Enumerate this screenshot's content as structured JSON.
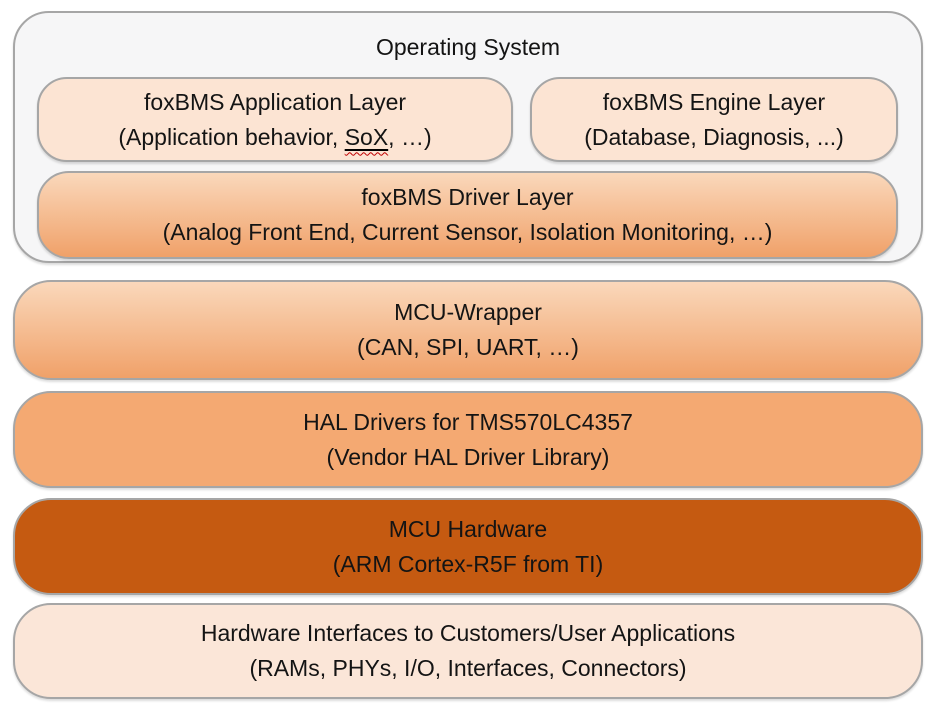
{
  "colors": {
    "container_fill": "#f6f6f7",
    "border_gray": "#a6a6a6",
    "light_peach": "#fce4d3",
    "gradient_top": "#fad8bb",
    "gradient_bottom": "#f0a169",
    "solid_orange": "#f4a972",
    "dark_orange": "#c55a11",
    "pale_peach": "#fbe6d8",
    "squiggle_red": "#c00000"
  },
  "os_container": {
    "title": "Operating System"
  },
  "layers": {
    "application": {
      "title": "foxBMS Application Layer",
      "subtitle_prefix": "(Application behavior, ",
      "subtitle_special": "SoX",
      "subtitle_suffix": ", …)"
    },
    "engine": {
      "title": "foxBMS Engine Layer",
      "subtitle": "(Database, Diagnosis, ...)"
    },
    "driver": {
      "title": "foxBMS Driver Layer",
      "subtitle": "(Analog Front End, Current Sensor, Isolation Monitoring, …)"
    },
    "mcu_wrapper": {
      "title": "MCU-Wrapper",
      "subtitle": "(CAN, SPI, UART, …)"
    },
    "hal": {
      "title": "HAL Drivers for TMS570LC4357",
      "subtitle": "(Vendor HAL Driver Library)"
    },
    "mcu_hardware": {
      "title": "MCU Hardware",
      "subtitle": "(ARM Cortex-R5F from TI)"
    },
    "hardware_interfaces": {
      "title": "Hardware Interfaces to Customers/User Applications",
      "subtitle": "(RAMs, PHYs, I/O, Interfaces, Connectors)"
    }
  }
}
